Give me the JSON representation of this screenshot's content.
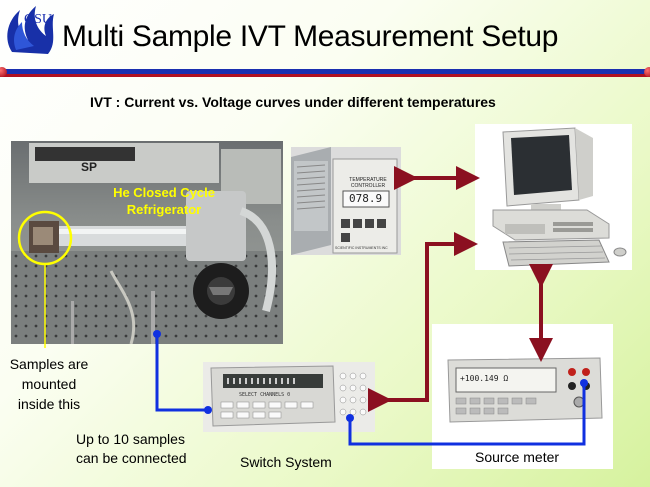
{
  "logo_text": "GSU",
  "title": "Multi Sample IVT Measurement Setup",
  "subtitle": "IVT : Current vs. Voltage curves under different temperatures",
  "refrigerator_label": [
    "He Closed Cycle",
    "Refrigerator"
  ],
  "samples_label": [
    "Samples are",
    "mounted",
    "inside this"
  ],
  "up_to_label": [
    "Up to 10 samples",
    "can be connected"
  ],
  "switch_label": "Switch System",
  "source_label": "Source meter",
  "temp_controller": {
    "header": [
      "TEMPERATURE",
      "CONTROLLER"
    ],
    "readout": "078.9",
    "maker": "SCIENTIFIC INSTRUMENTS INC"
  },
  "switch_device": {
    "display": "SELECT CHANNELS 0"
  },
  "source_device": {
    "display": "+100.149 Ω"
  },
  "colors": {
    "arrow": "#8b1020",
    "wire": "#1030e0",
    "title_rule": "#1a2fb0",
    "accent": "#b01020"
  }
}
